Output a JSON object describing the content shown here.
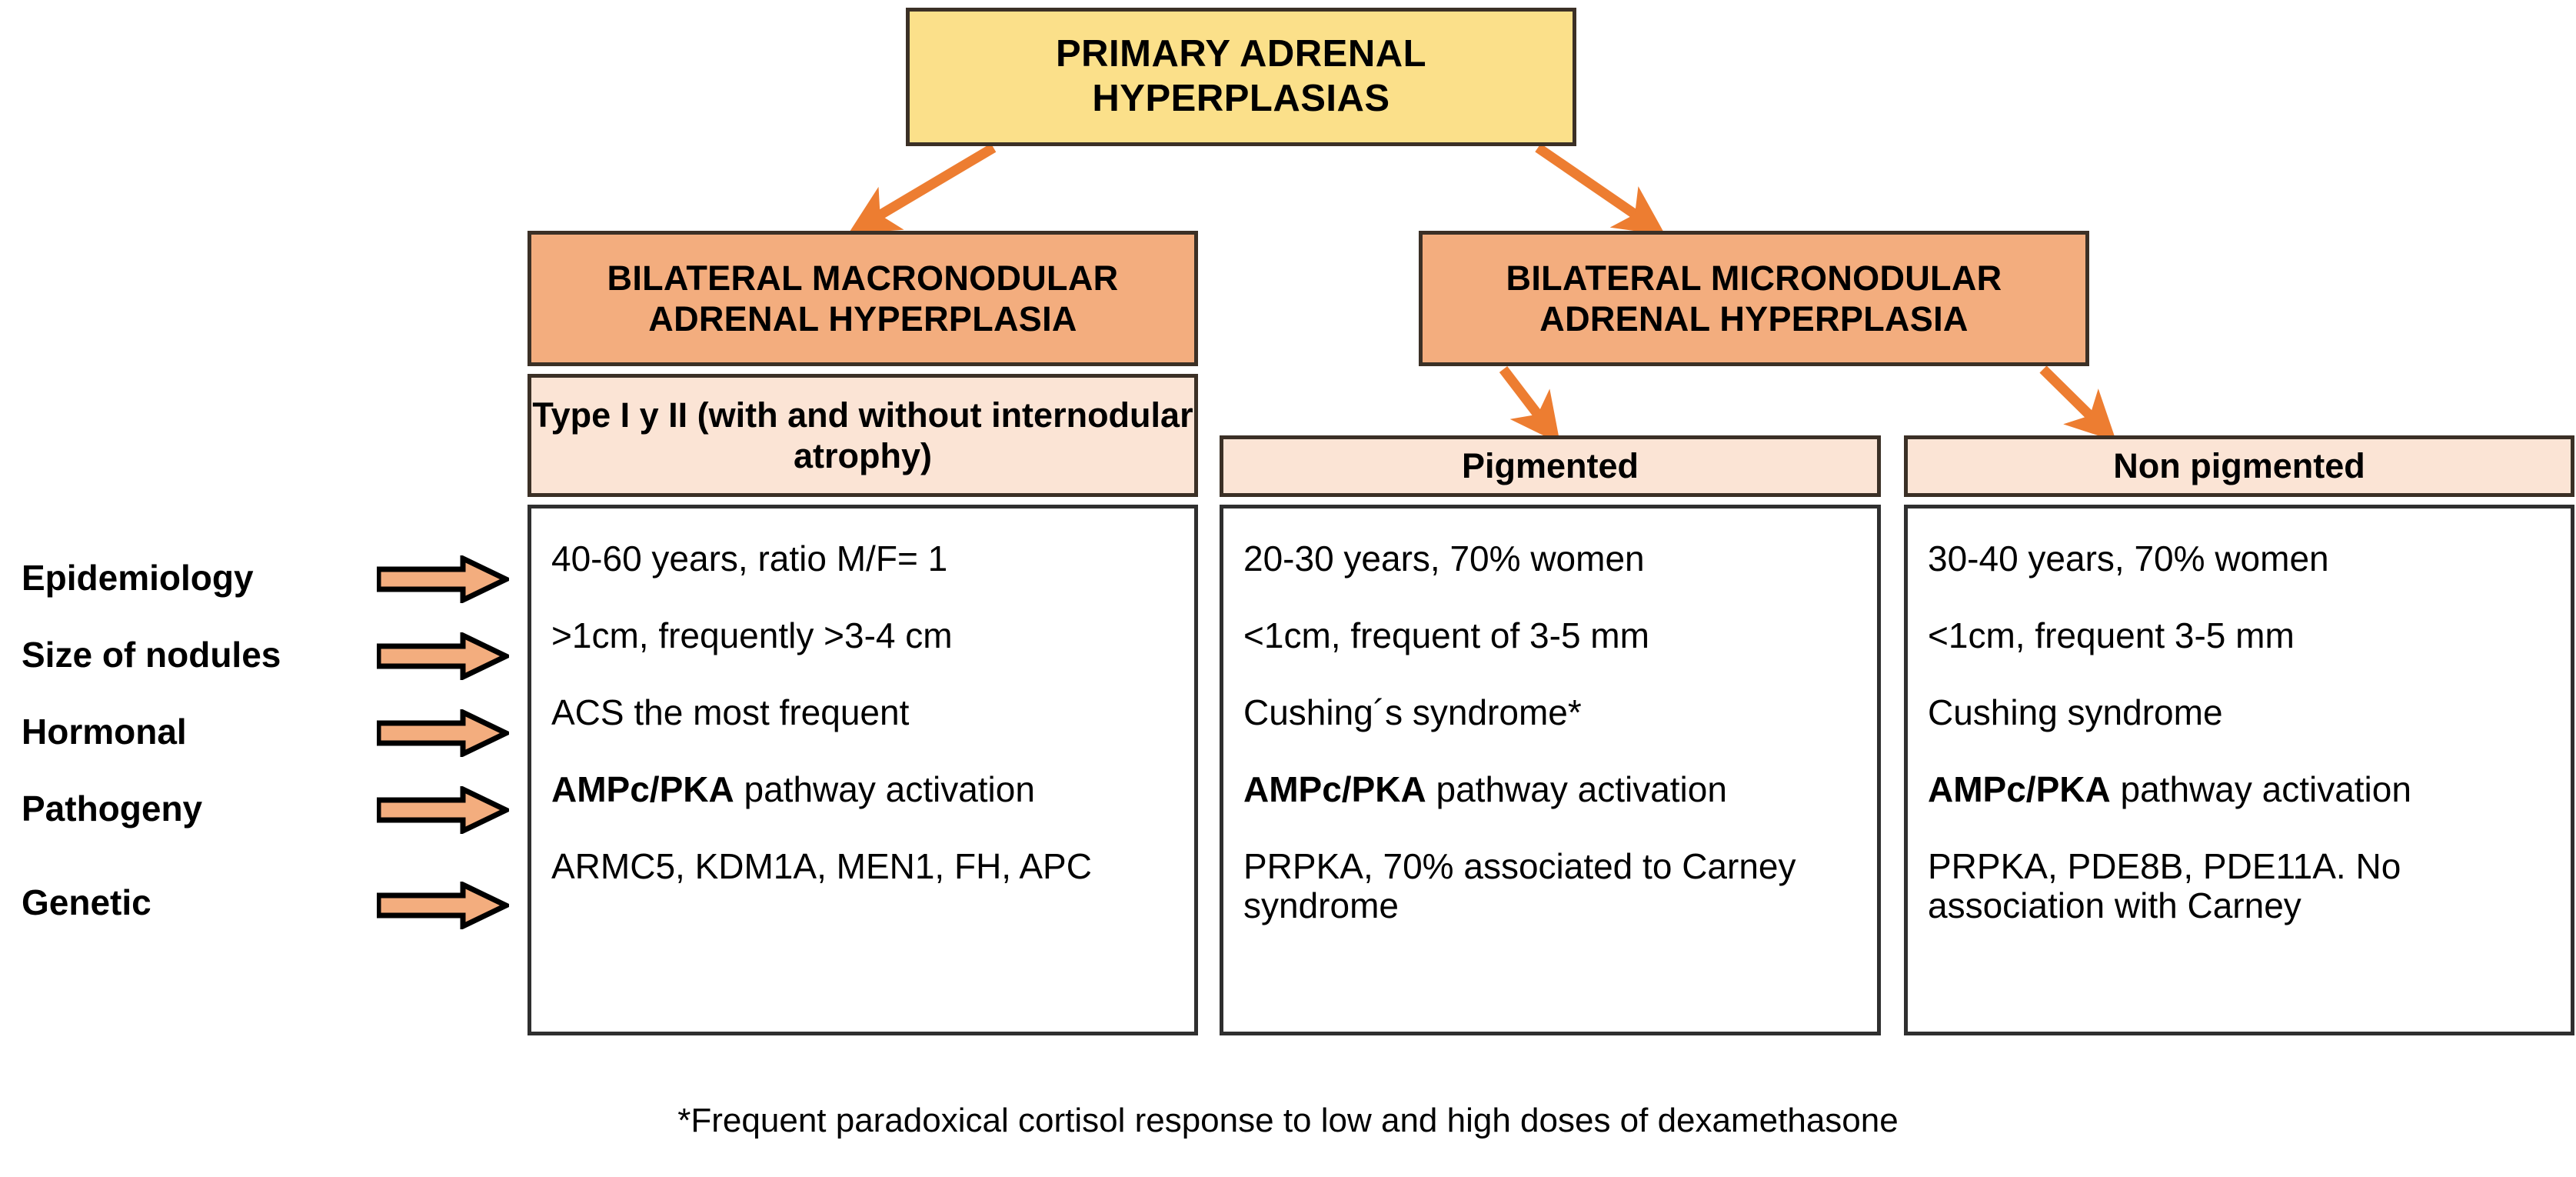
{
  "title": "PRIMARY ADRENAL HYPERPLASIAS",
  "categories": {
    "macronodular": "BILATERAL MACRONODULAR ADRENAL HYPERPLASIA",
    "micronodular": "BILATERAL MICRONODULAR ADRENAL HYPERPLASIA"
  },
  "subheaders": {
    "type": "Type I y II (with and without internodular atrophy)",
    "pigmented": "Pigmented",
    "non_pigmented": "Non pigmented"
  },
  "row_labels": [
    "Epidemiology",
    "Size of nodules",
    "Hormonal",
    "Pathogeny",
    "Genetic"
  ],
  "columns": {
    "macronodular": {
      "epidemiology": "40-60 years, ratio M/F= 1",
      "size_of_nodules": ">1cm, frequently >3-4 cm",
      "hormonal": "ACS the most frequent",
      "pathogeny_bold": "AMPc/PKA",
      "pathogeny_rest": " pathway activation",
      "genetic": "ARMC5, KDM1A, MEN1, FH, APC"
    },
    "pigmented": {
      "epidemiology": "20-30 years, 70% women",
      "size_of_nodules": "<1cm, frequent of 3-5 mm",
      "hormonal": "Cushing´s syndrome*",
      "pathogeny_bold": "AMPc/PKA",
      "pathogeny_rest": " pathway activation",
      "genetic": "PRPKA, 70% associated to Carney syndrome"
    },
    "non_pigmented": {
      "epidemiology": "30-40 years, 70% women",
      "size_of_nodules": "<1cm, frequent 3-5 mm",
      "hormonal": "Cushing syndrome",
      "pathogeny_bold": "AMPc/PKA",
      "pathogeny_rest": " pathway activation",
      "genetic": "PRPKA, PDE8B, PDE11A. No association with Carney"
    }
  },
  "footnote": "*Frequent paradoxical cortisol response to low and high doses of dexamethasone",
  "colors": {
    "title_fill": "#fbe08a",
    "category_fill": "#f3ad7e",
    "subheader_fill": "#fbe4d5",
    "arrow_orange": "#ed7d31",
    "border_dark": "#3b3026",
    "border_gray": "#2f2f2f",
    "block_arrow_fill": "#f3ad7e"
  }
}
